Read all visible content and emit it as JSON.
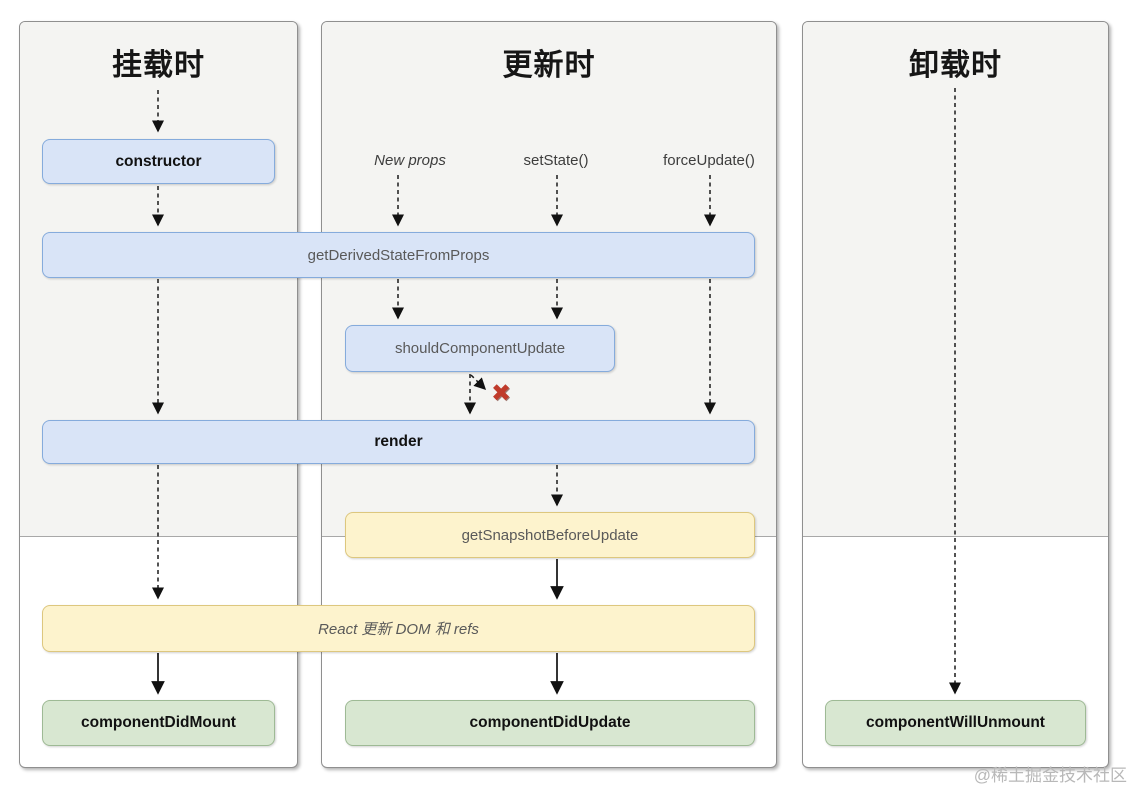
{
  "columns": [
    {
      "title": "挂载时"
    },
    {
      "title": "更新时"
    },
    {
      "title": "卸载时"
    }
  ],
  "triggers": {
    "new_props": "New props",
    "set_state": "setState()",
    "force_update": "forceUpdate()"
  },
  "nodes": {
    "constructor_node": "constructor",
    "get_derived_state_from_props": "getDerivedStateFromProps",
    "should_component_update": "shouldComponentUpdate",
    "render_node": "render",
    "get_snapshot_before_update": "getSnapshotBeforeUpdate",
    "react_updates_dom": "React 更新 DOM 和 refs",
    "component_did_mount": "componentDidMount",
    "component_did_update": "componentDidUpdate",
    "component_will_unmount": "componentWillUnmount"
  },
  "icons": {
    "cancel": "✖"
  },
  "watermark": "@稀土掘金技术社区",
  "colors": {
    "blue_fill": "#d9e4f7",
    "blue_border": "#85abdc",
    "yellow_fill": "#fdf3cd",
    "yellow_border": "#ddc77e",
    "green_fill": "#d8e7d1",
    "green_border": "#9eba95",
    "panel_bg": "#f4f4f2",
    "panel_border": "#8f8f8f",
    "cancel_red": "#c03b2b",
    "muted_text": "#595959"
  }
}
